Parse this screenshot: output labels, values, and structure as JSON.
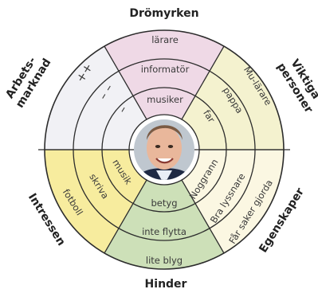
{
  "categories": {
    "top": "Drömyrken",
    "top_right": "Viktiga personer",
    "bottom_right": "Egenskaper",
    "bottom": "Hinder",
    "bottom_left": "Intressen",
    "top_left": "Arbets-marknad"
  },
  "items": {
    "dromyrken": [
      "lärare",
      "informatör",
      "musiker"
    ],
    "viktiga": [
      "Mu-lärare",
      "pappa",
      "far"
    ],
    "egenskaper": [
      "Noggrann",
      "Bra lyssnare",
      "Får saker gjorda"
    ],
    "hinder": [
      "betyg",
      "inte flytta",
      "lite blyg"
    ],
    "intressen": [
      "musik",
      "skriva",
      "fotboll"
    ],
    "arbetsmarknad": [
      "++",
      "– –",
      "–"
    ]
  },
  "colors": {
    "dromyrken": "#efd9e6",
    "viktiga": "#f4f2cf",
    "egenskaper": "#fbf7e2",
    "hinder": "#cde0b8",
    "intressen": "#f7ec9e",
    "arbetsmarknad": "#f1f1f5",
    "ring": "#2c2c2c",
    "label": "#3a3a3a"
  },
  "center_image": "portrait-photo"
}
